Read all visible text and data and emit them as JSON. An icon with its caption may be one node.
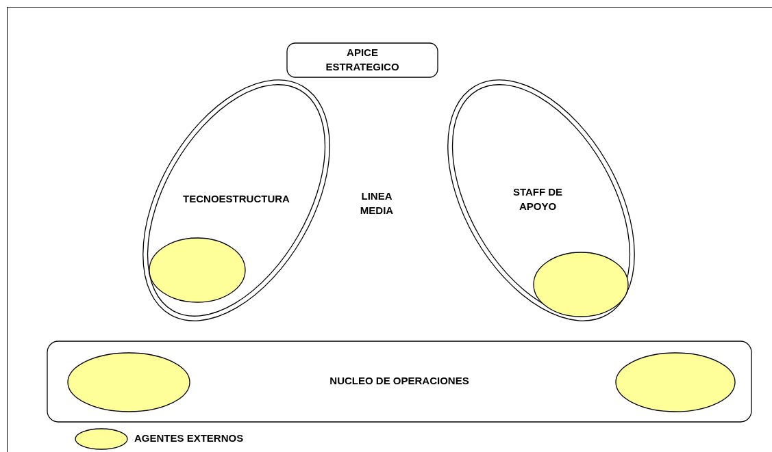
{
  "diagram": {
    "nodes": [
      {
        "text": [
          "APICE ESTRATEGICO"
        ]
      },
      {
        "text": [
          "TECNOESTRUCTURA"
        ]
      },
      {
        "text": [],
        "shape": "ellipse",
        "in": 1
      },
      {
        "text": [
          "STAFF DE APOYO"
        ]
      },
      {
        "text": [],
        "shape": "ellipse",
        "in": 3
      },
      {
        "text": [
          "NUCLEO DE OPERACIONES"
        ]
      },
      {
        "text": [],
        "shape": "ellipse",
        "in": 5
      },
      {
        "text": [],
        "shape": "ellipse",
        "in": 5
      }
    ],
    "labels": [
      "LINEA MEDIA"
    ],
    "legend": [
      {
        "text": "AGENTES EXTERNOS",
        "color": "#ffff99"
      }
    ]
  }
}
